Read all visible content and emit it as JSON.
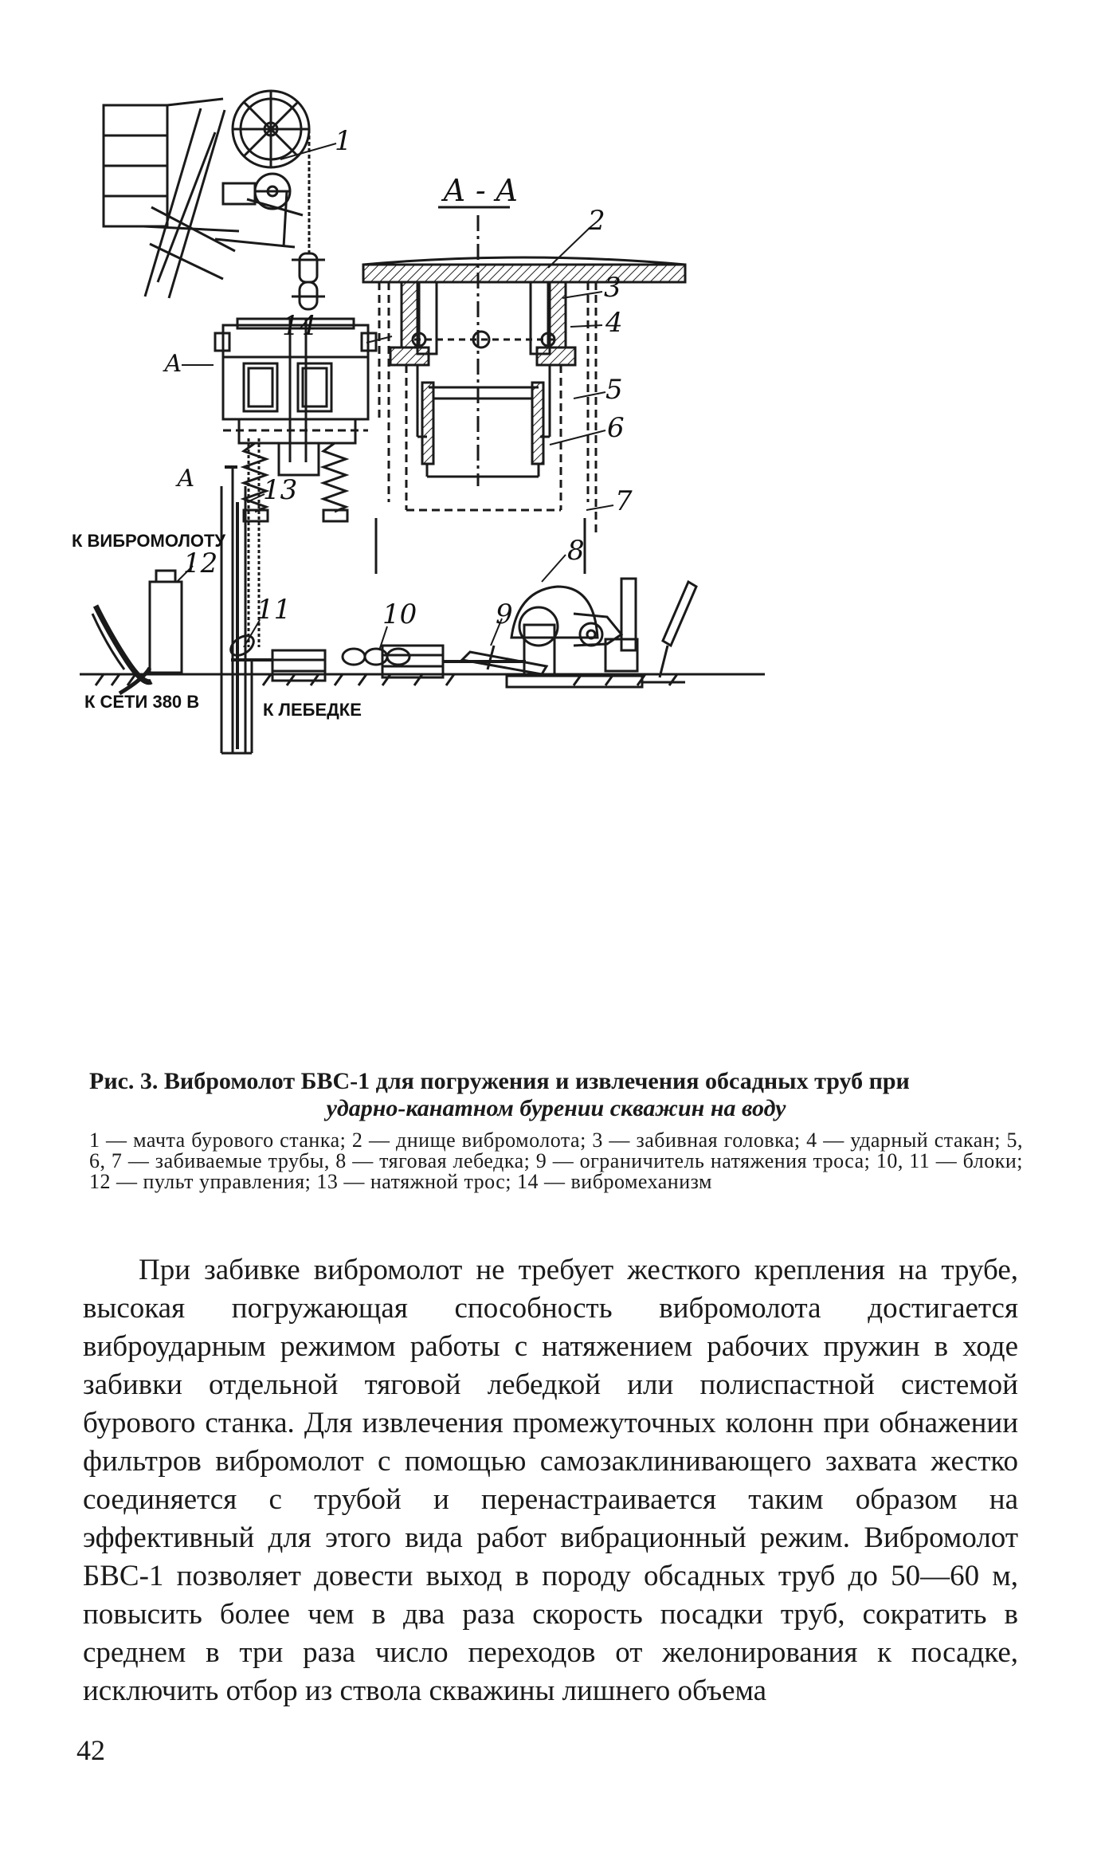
{
  "figure": {
    "section_label": "А - А",
    "callouts": [
      "1",
      "2",
      "3",
      "4",
      "5",
      "6",
      "7",
      "8",
      "9",
      "10",
      "11",
      "12",
      "13",
      "14"
    ],
    "section_marks": [
      "А",
      "А"
    ],
    "text_labels": {
      "to_vibrohammer": "К ВИБРОМОЛОТУ",
      "to_network": "К СЕТИ 380 В",
      "to_winch": "К ЛЕБЕДКЕ"
    }
  },
  "caption": {
    "title_lead": "Рис. 3. Вибромолот БВС-1 для погружения и извлечения обсадных труб при",
    "title_tail": "ударно-канатном бурении скважин на воду",
    "legend": "1 — мачта бурового станка; 2 — днище вибромолота; 3 — забивная головка; 4 — ударный стакан; 5, 6, 7 — забиваемые трубы, 8 — тяговая лебедка; 9 — ограничитель натяжения троса; 10, 11 — блоки; 12 — пульт управления; 13 — натяжной трос; 14 — вибромеханизм"
  },
  "body": {
    "paragraph": "При забивке вибромолот не требует жесткого крепления на трубе, высокая погружающая способность вибромолота достигается виброударным режимом работы с натяжением рабочих пружин в ходе забивки отдельной тяговой лебедкой или полиспастной системой бурового станка. Для извлечения промежуточных колонн при обнажении фильтров вибромолот с помощью самозаклинивающего захвата жестко соединяется с трубой и перенастраивается таким образом на эффективный для этого вида работ вибрационный режим. Вибромолот БВС-1 позволяет довести выход в породу обсадных труб до 50—60 м, повысить более чем в два раза скорость посадки труб, сократить в среднем в три раза число переходов от желонирования к посадке, исключить отбор из ствола скважины лишнего объема"
  },
  "page_number": "42"
}
